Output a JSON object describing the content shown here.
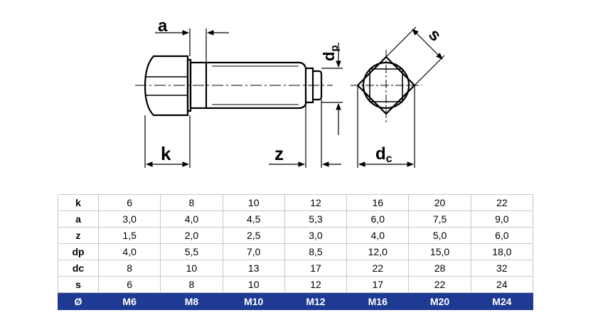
{
  "drawing": {
    "labels": {
      "a": "a",
      "k": "k",
      "z": "z",
      "dp_main": "d",
      "dp_sub": "p",
      "dc_main": "d",
      "dc_sub": "c",
      "s": "s"
    }
  },
  "table": {
    "rows": [
      {
        "label": "k",
        "values": [
          "6",
          "8",
          "10",
          "12",
          "16",
          "20",
          "22"
        ]
      },
      {
        "label": "a",
        "values": [
          "3,0",
          "4,0",
          "4,5",
          "5,3",
          "6,0",
          "7,5",
          "9,0"
        ]
      },
      {
        "label": "z",
        "values": [
          "1,5",
          "2,0",
          "2,5",
          "3,0",
          "4,0",
          "5,0",
          "6,0"
        ]
      },
      {
        "label": "dp",
        "values": [
          "4,0",
          "5,5",
          "7,0",
          "8,5",
          "12,0",
          "15,0",
          "18,0"
        ]
      },
      {
        "label": "dc",
        "values": [
          "8",
          "10",
          "13",
          "17",
          "22",
          "28",
          "32"
        ]
      },
      {
        "label": "s",
        "values": [
          "6",
          "8",
          "10",
          "12",
          "17",
          "22",
          "24"
        ]
      }
    ],
    "size_row": {
      "label": "Ø",
      "values": [
        "M6",
        "M8",
        "M10",
        "M12",
        "M16",
        "M20",
        "M24"
      ]
    }
  },
  "colors": {
    "size_row_bg": "#1f3a93",
    "size_row_text": "#ffffff",
    "grid": "#c8c8c8"
  }
}
